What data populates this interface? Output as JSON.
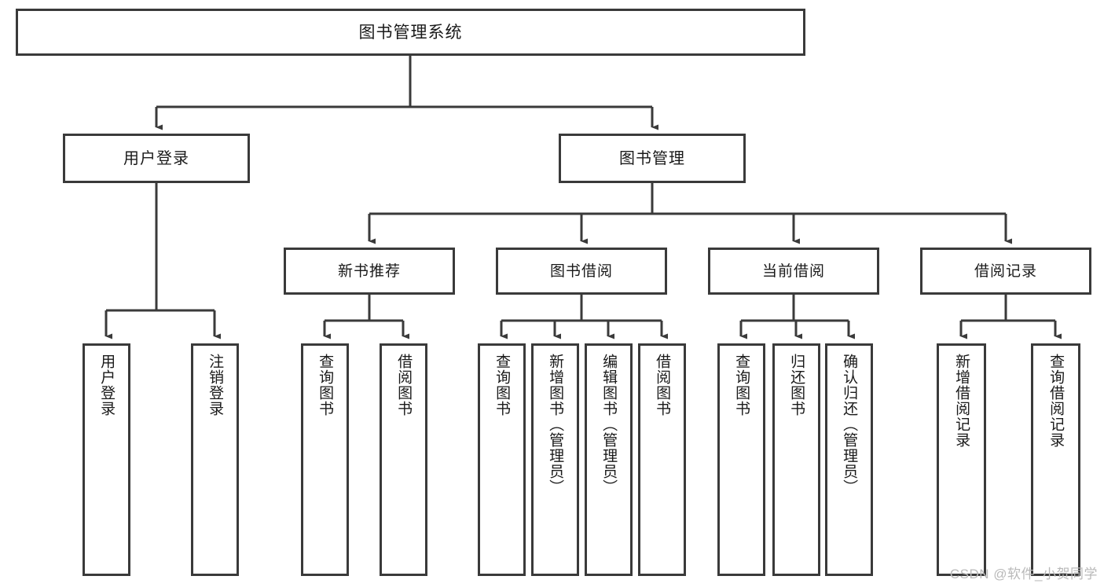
{
  "diagram": {
    "title": "图书管理系统",
    "type": "tree-hierarchy-chart",
    "watermark": "CSDN @软件_小贺同学",
    "colors": {
      "stroke": "#3a3a3a",
      "fill": "#ffffff",
      "text": "#1a1a1a",
      "watermark": "#b9b9b9"
    }
  },
  "nodes": {
    "root": {
      "label": "图书管理系统"
    },
    "level1": [
      {
        "label": "用户登录"
      },
      {
        "label": "图书管理"
      }
    ],
    "level2": [
      {
        "label": "新书推荐"
      },
      {
        "label": "图书借阅"
      },
      {
        "label": "当前借阅"
      },
      {
        "label": "借阅记录"
      }
    ],
    "leaves": {
      "user_login": [
        {
          "label": "用户登录"
        },
        {
          "label": "注销登录"
        }
      ],
      "new_book_recommend": [
        {
          "label": "查询图书"
        },
        {
          "label": "借阅图书"
        }
      ],
      "book_borrow": [
        {
          "label": "查询图书"
        },
        {
          "label": "新增图书（管理员）"
        },
        {
          "label": "编辑图书（管理员）"
        },
        {
          "label": "借阅图书"
        }
      ],
      "current_borrow": [
        {
          "label": "查询图书"
        },
        {
          "label": "归还图书"
        },
        {
          "label": "确认归还（管理员）"
        }
      ],
      "borrow_record": [
        {
          "label": "新增借阅记录"
        },
        {
          "label": "查询借阅记录"
        }
      ]
    }
  }
}
